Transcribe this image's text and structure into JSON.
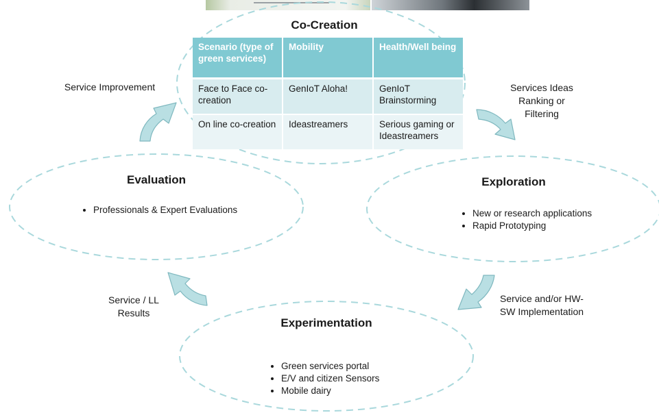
{
  "cocreation": {
    "title": "Co-Creation",
    "table": {
      "headers": [
        "Scenario (type of green services)",
        "Mobility",
        "Health/Well being"
      ],
      "rows": [
        [
          "Face to Face co-creation",
          "GenIoT Aloha!",
          "GenIoT Brainstorming"
        ],
        [
          "On line co-creation",
          "Ideastreamers",
          "Serious gaming or Ideastreamers"
        ]
      ]
    }
  },
  "evaluation": {
    "title": "Evaluation",
    "bullets": [
      "Professionals & Expert Evaluations"
    ]
  },
  "exploration": {
    "title": "Exploration",
    "bullets": [
      "New or research applications",
      "Rapid Prototyping"
    ]
  },
  "experimentation": {
    "title": "Experimentation",
    "bullets": [
      "Green services portal",
      "E/V and citizen Sensors",
      "Mobile dairy"
    ]
  },
  "transitions": {
    "service_improvement": "Service Improvement",
    "services_ideas": "Services Ideas Ranking or Filtering",
    "service_implementation": "Service and/or HW-SW Implementation",
    "service_results": "Service / LL Results"
  },
  "colors": {
    "ellipse_stroke": "#a9d8dc",
    "arrow_fill": "#b9dfe3",
    "arrow_stroke": "#7fb8bf",
    "header_fill": "#80c9d2"
  },
  "icons": [
    "curved-arrow-icon"
  ]
}
